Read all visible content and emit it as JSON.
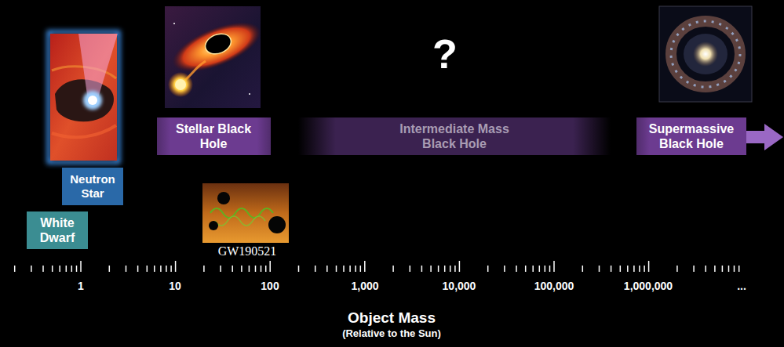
{
  "diagram": {
    "nodes": [
      {
        "text": [
          "White Dwarf"
        ]
      },
      {
        "text": [
          "Neutron Star"
        ]
      },
      {
        "text": [
          "Stellar Black Hole"
        ]
      },
      {
        "text": [
          "Intermediate Mass Black Hole"
        ]
      },
      {
        "text": [
          "Supermassive Black Hole"
        ]
      }
    ],
    "labels": [
      "?",
      "GW190521",
      "1",
      "10",
      "100",
      "1,000",
      "10,000",
      "100,000",
      "1,000,000",
      "...",
      "Object Mass",
      "(Relative to the Sun)"
    ]
  }
}
